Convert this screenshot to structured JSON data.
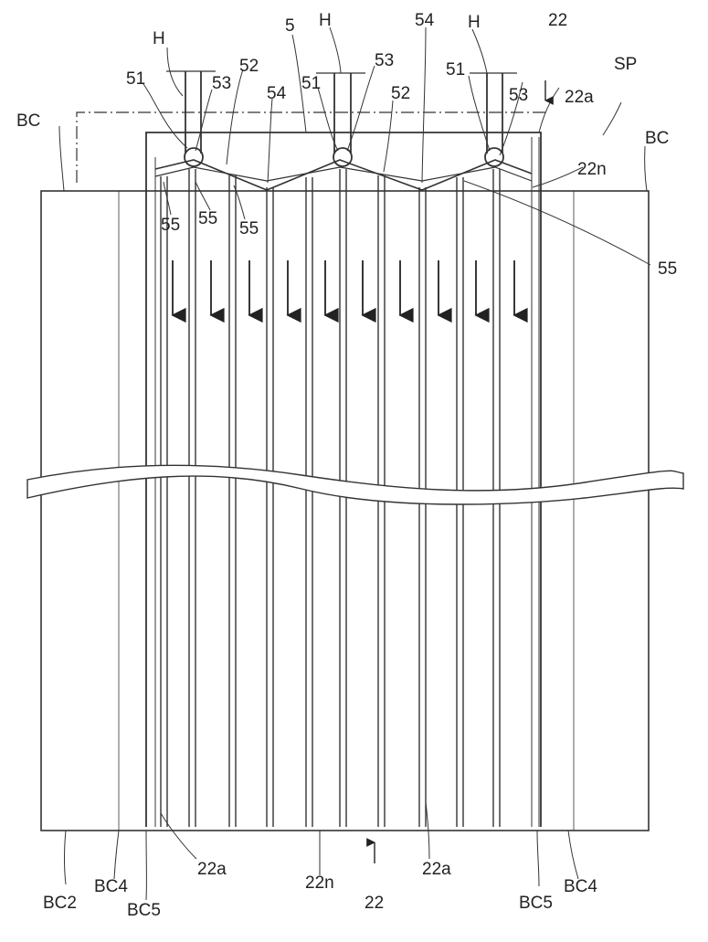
{
  "labels": {
    "H": "H",
    "n5": "5",
    "n22": "22",
    "n22a": "22a",
    "n22n": "22n",
    "n51": "51",
    "n52": "52",
    "n53": "53",
    "n54": "54",
    "n55": "55",
    "SP": "SP",
    "BC": "BC",
    "BC2": "BC2",
    "BC4": "BC4",
    "BC5": "BC5"
  },
  "colors": {
    "line": "#333333",
    "background": "#ffffff"
  }
}
